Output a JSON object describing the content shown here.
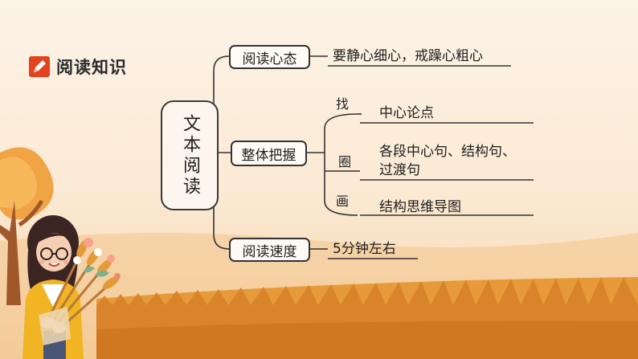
{
  "heading": {
    "label": "阅读知识",
    "icon": "pencil-icon"
  },
  "root": {
    "label": "文本阅读"
  },
  "branches": [
    {
      "label": "阅读心态",
      "leaf": "要静心细心，戒躁心粗心"
    },
    {
      "label": "整体把握",
      "items": [
        {
          "verb": "找",
          "leaf": "中心论点"
        },
        {
          "verb": "圈",
          "leaf_lines": [
            "各段中心句、结构句、",
            "过渡句"
          ]
        },
        {
          "verb": "画",
          "leaf": "结构思维导图"
        }
      ]
    },
    {
      "label": "阅读速度",
      "leaf": "5分钟左右"
    }
  ],
  "colors": {
    "accent": "#e1431f",
    "line": "#333333",
    "field": "#e79a3a"
  },
  "decor": {
    "illustration": "girl-holding-flowers",
    "tree": "autumn-tree"
  }
}
